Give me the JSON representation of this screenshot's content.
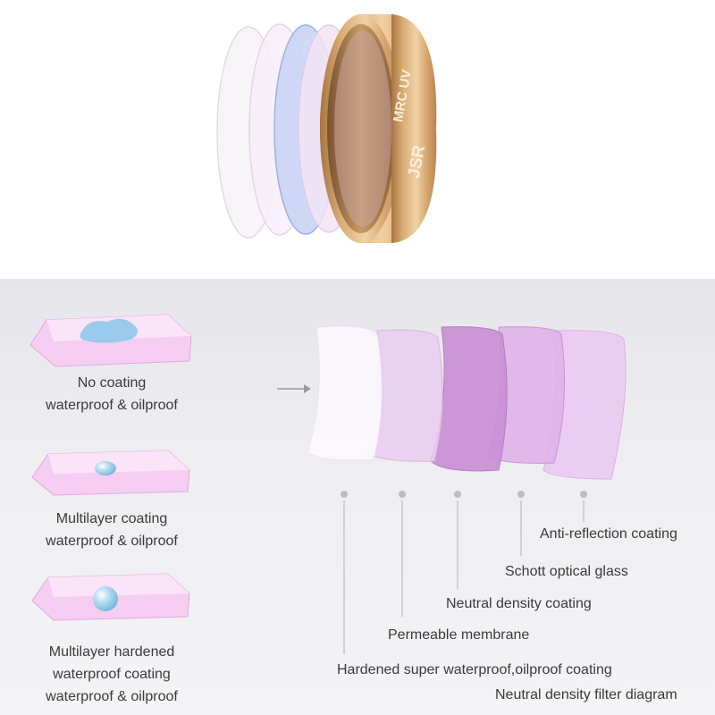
{
  "product": {
    "brand_text": "JSR",
    "model_text": "MRC UV",
    "colors": {
      "ring_gold": "#c99a63",
      "ring_light": "#e9c89a",
      "glass_blue": "#b8c8f2",
      "glass_pink": "#eed6f2"
    }
  },
  "coating_examples": [
    {
      "line1": "No coating",
      "line2": "waterproof & oilproof",
      "line3": "",
      "drop_style": "spread"
    },
    {
      "line1": "Multilayer coating",
      "line2": "waterproof & oilproof",
      "line3": "",
      "drop_style": "bead-small"
    },
    {
      "line1": "Multilayer hardened",
      "line2": "waterproof coating",
      "line3": "waterproof & oilproof",
      "drop_style": "bead-round"
    }
  ],
  "layers": [
    {
      "label": "Hardened super waterproof,oilproof coating",
      "color": "#fbf8fc"
    },
    {
      "label": "Permeable membrane",
      "color": "#e8cdee"
    },
    {
      "label": "Neutral density coating",
      "color": "#c98fd5"
    },
    {
      "label": "Schott optical glass",
      "color": "#dfb2e8"
    },
    {
      "label": "Anti-reflection coating",
      "color": "#eccaf2"
    }
  ],
  "diagram_caption": "Neutral density filter diagram",
  "colors": {
    "panel_bg": "#ececef",
    "plate_pink": "#f2c8ef",
    "text": "#3a3a3a",
    "leader": "#bdbdbd"
  }
}
